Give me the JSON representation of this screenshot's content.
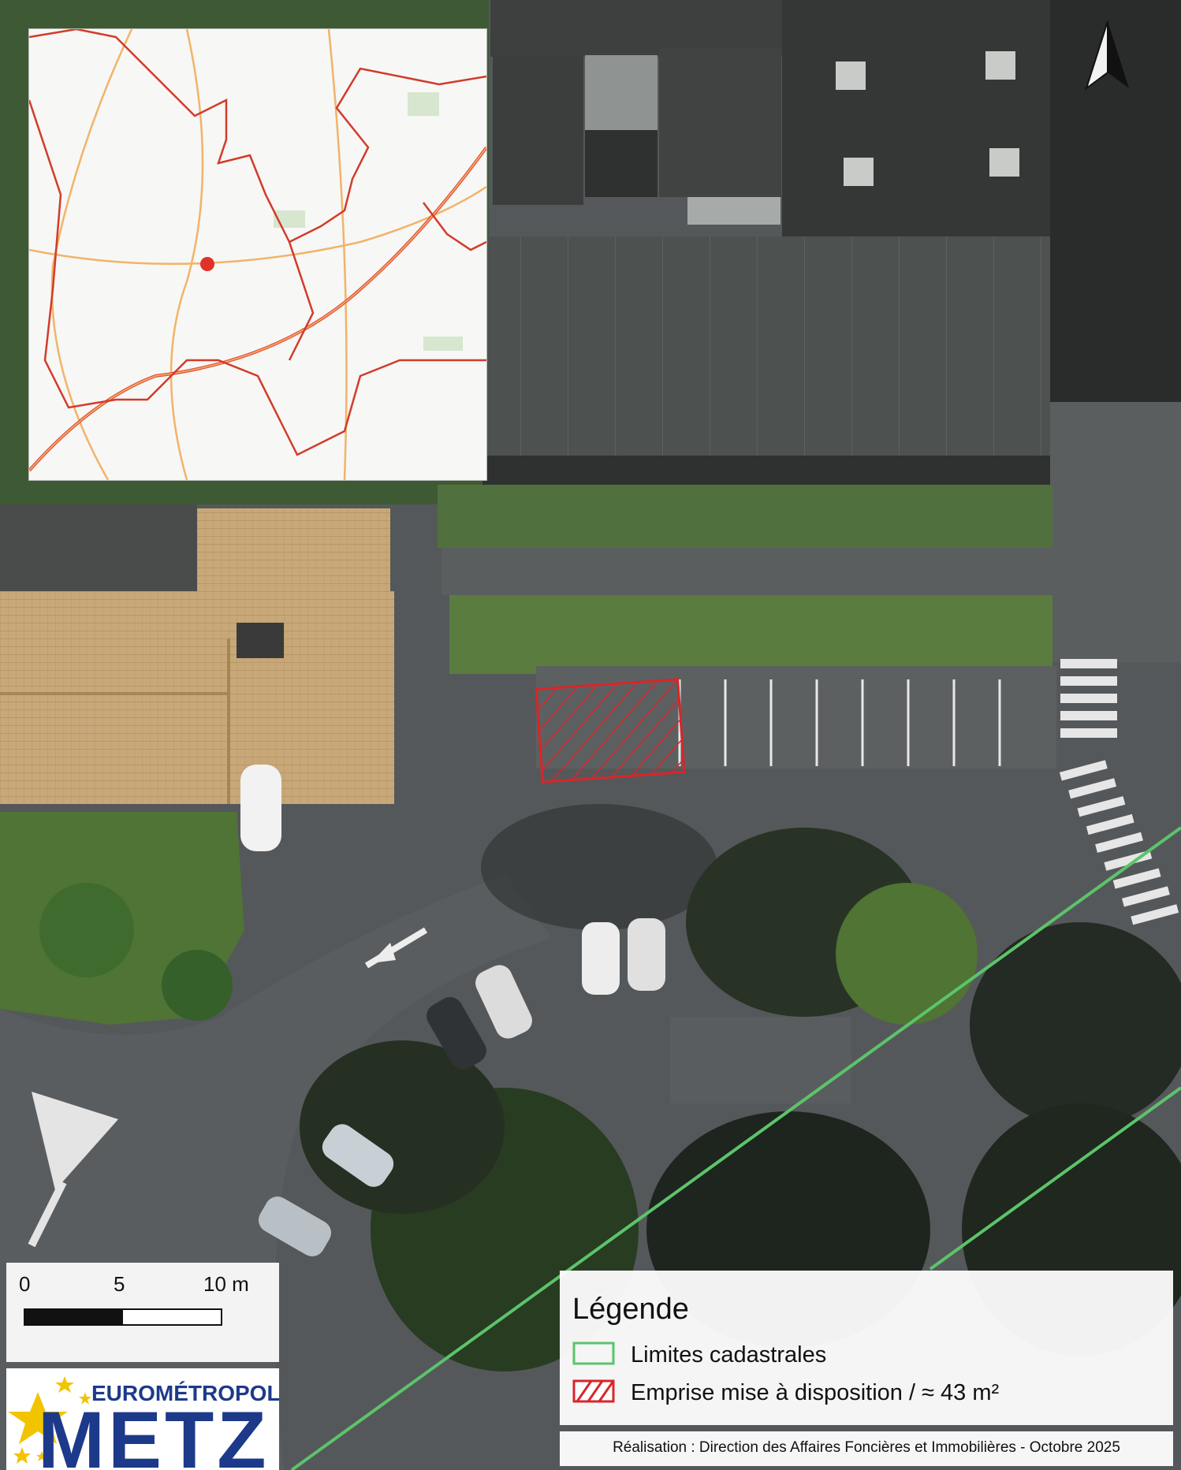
{
  "inset_map": {
    "marker_color": "#e0322a",
    "boundary_color": "#d23b2a",
    "road_color": "#f2b36a"
  },
  "scale_bar": {
    "labels": [
      "0",
      "5",
      "10 m"
    ]
  },
  "legend": {
    "title": "Légende",
    "items": [
      {
        "label": "Limites cadastrales",
        "color": "#5cc46a",
        "symbol": "outline"
      },
      {
        "label": "Emprise mise à disposition / ≈ 43 m²",
        "color": "#d7262a",
        "symbol": "hatched"
      }
    ]
  },
  "credit": "Réalisation : Direction des Affaires Foncières et Immobilières - Octobre 2025",
  "logo": {
    "line1": "EUROMÉTROPOLE",
    "line2": "METZ",
    "color": "#1d3a8a",
    "star_color": "#f2c400"
  },
  "north_arrow": {
    "icon": "north-arrow-icon"
  }
}
